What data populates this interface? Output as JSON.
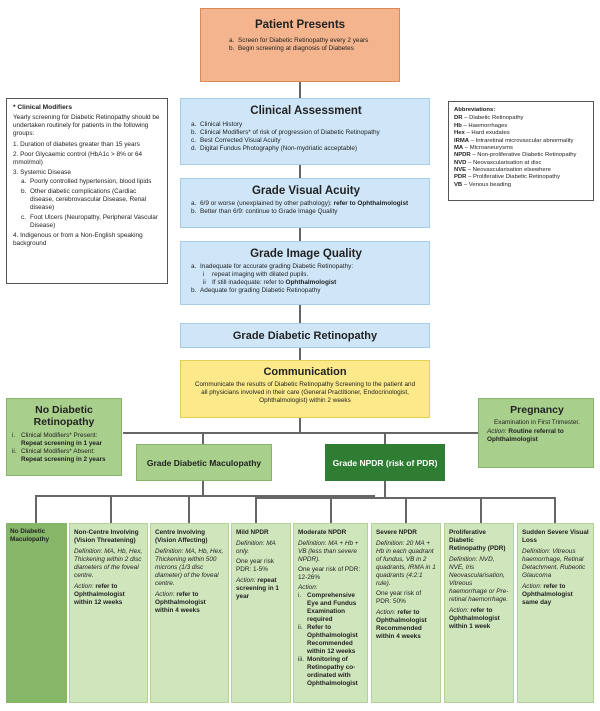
{
  "patient": {
    "title": "Patient Presents",
    "items": [
      {
        "marker": "a.",
        "text": "Screen for Diabetic Retinopathy every 2 years"
      },
      {
        "marker": "b.",
        "text": "Begin screening at diagnosis of Diabetes"
      }
    ]
  },
  "clinical": {
    "title": "Clinical Assessment",
    "items": [
      {
        "marker": "a.",
        "text": "Clinical History"
      },
      {
        "marker": "b.",
        "text": "Clinical Modifiers* of risk of progression of Diabetic Retinopathy"
      },
      {
        "marker": "c.",
        "text": "Best Corrected Visual Acuity"
      },
      {
        "marker": "d.",
        "text": "Digital Fundus Photography (Non-mydriatic acceptable)"
      }
    ]
  },
  "acuity": {
    "title": "Grade Visual Acuity",
    "a_text": "6/9 or worse (unexplained by other pathology): ",
    "a_bold": "refer to Ophthalmologist",
    "b_text": "Better than 6/9: continue to Grade Image Quality"
  },
  "quality": {
    "title": "Grade Image Quality",
    "a_text": "Inadequate for accurate grading Diabetic Retinopathy:",
    "i_text": "repeat imaging with dilated pupils.",
    "ii_text": "If still inadequate: refer to ",
    "ii_bold": "Ophthalmologist",
    "b_text": "Adequate for grading Diabetic Retinopathy"
  },
  "grade_dr": {
    "title": "Grade Diabetic Retinopathy"
  },
  "communication": {
    "title": "Communication",
    "text": "Communicate the results of Diabetic Retinopathy Screening to the patient and all physicians involved in their care (General Practitioner, Endocrinologist, Ophthalmologist) within 2 weeks"
  },
  "modifiers": {
    "title": "* Clinical Modifiers",
    "intro": "Yearly screening for Diabetic Retinopathy should be undertaken routinely for patients in the following groups:",
    "item1": "1. Duration of diabetes greater than 15 years",
    "item2": "2. Poor Glycaemic control (HbA1c > 8% or 64 mmol/mol)",
    "item3": "3. Systemic Disease",
    "sub_a": "a.",
    "sub_a_text": "Poorly controlled hypertension, blood lipids",
    "sub_b": "b.",
    "sub_b_text": "Other diabetic complications (Cardiac disease, cerebrovascular Disease, Renal disease)",
    "sub_c": "c.",
    "sub_c_text": "Foot Ulcers (Neuropathy, Peripheral Vascular Disease)",
    "item4": "4. Indigenous or from a Non-English speaking background"
  },
  "abbreviations": {
    "title": "Abbreviations:",
    "items": [
      {
        "abbr": "DR",
        "def": " – Diabetic Retinopathy"
      },
      {
        "abbr": "Hb",
        "def": " – Haemorrhages"
      },
      {
        "abbr": "Hex",
        "def": " – Hard exudates"
      },
      {
        "abbr": "IRMA",
        "def": " – Intraretinal microvascular abnormality"
      },
      {
        "abbr": "MA",
        "def": " – Microaneurysms"
      },
      {
        "abbr": "NPDR",
        "def": " – Non-proliferative Diabetic Retinopathy"
      },
      {
        "abbr": "NVD",
        "def": " – Neovascularisation at disc"
      },
      {
        "abbr": "NVE",
        "def": " – Neovascularisation elsewhere"
      },
      {
        "abbr": "PDR",
        "def": " – Proliferative Diabetic Retinopathy"
      },
      {
        "abbr": "VB",
        "def": " – Venous beading"
      }
    ]
  },
  "no_dr": {
    "title": "No Diabetic Retinopathy",
    "i_marker": "i.",
    "i_text": "Clinical Modifiers* Present:",
    "i_bold": "Repeat screening in 1 year",
    "ii_marker": "ii.",
    "ii_text": "Clinical Modifiers* Absent:",
    "ii_bold": "Repeat screening in 2 years"
  },
  "pregnancy": {
    "title": "Pregnancy",
    "text": "Examination in First Trimester.",
    "action_label": "Action: ",
    "action_bold": "Routine referral to Ophthalmologist"
  },
  "maculopathy": {
    "title": "Grade Diabetic Maculopathy"
  },
  "npdr_grade": {
    "title": "Grade NPDR (risk of PDR)"
  },
  "leaves": {
    "no_mac": {
      "title": "No Diabetic Maculopathy"
    },
    "noncentre": {
      "title": "Non-Centre Involving (Vision Threatening)",
      "def": "Definition: MA, Hb, Hex, Thickening within 2 disc diameters of the foveal centre.",
      "action": "Action: ",
      "action_bold": "refer to Ophthalmologist within 12 weeks"
    },
    "centre": {
      "title": "Centre Involving (Vision Affecting)",
      "def": "Definition: MA, Hb, Hex, Thickening within 500 microns (1/3 disc diameter) of the foveal centre.",
      "action": "Action: ",
      "action_bold": "refer to Ophthalmologist within 4 weeks"
    },
    "mild": {
      "title": "Mild NPDR",
      "def": "Definition: MA only.",
      "risk": "One year risk PDR: 1-5%",
      "action": "Action: ",
      "action_bold": "repeat screening in 1 year"
    },
    "moderate": {
      "title": "Moderate NPDR",
      "def": "Definition: MA + Hb + VB (less than severe NPDR).",
      "risk": "One year risk of PDR: 12-26%",
      "action": "Action:",
      "i": "Comprehensive Eye and Fundus Examination required",
      "ii": "Refer to Ophthalmologist Recommended within 12 weeks",
      "iii": "Monitoring of Retinopathy co-ordinated with Ophthalmologist"
    },
    "severe": {
      "title": "Severe NPDR",
      "def": "Definition: 20 MA + Hb in each quadrant of fundus, VB in 2 quadrants, IRMA in 1 quadrants (4:2:1 rule).",
      "risk": "One year risk of PDR: 50%",
      "action": "Action: ",
      "action_bold": "refer to Ophthalmologist Recommended within 4 weeks"
    },
    "pdr": {
      "title": "Proliferative Diabetic Retinopathy (PDR)",
      "def": "Definition: NVD, NVE, Iris Neovascularisation, Vitreous haemorrhage or Pre-retinal haemorrhage.",
      "action": "Action: ",
      "action_bold": "refer to Ophthalmologist within 1 week"
    },
    "sudden": {
      "title": "Sudden Severe Visual Loss",
      "def": "Definition: Vitreous haemorrhage, Retinal Detachment, Rubeotic Glaucoma",
      "action": "Action: ",
      "action_bold": "refer to Ophthalmologist same day"
    }
  }
}
